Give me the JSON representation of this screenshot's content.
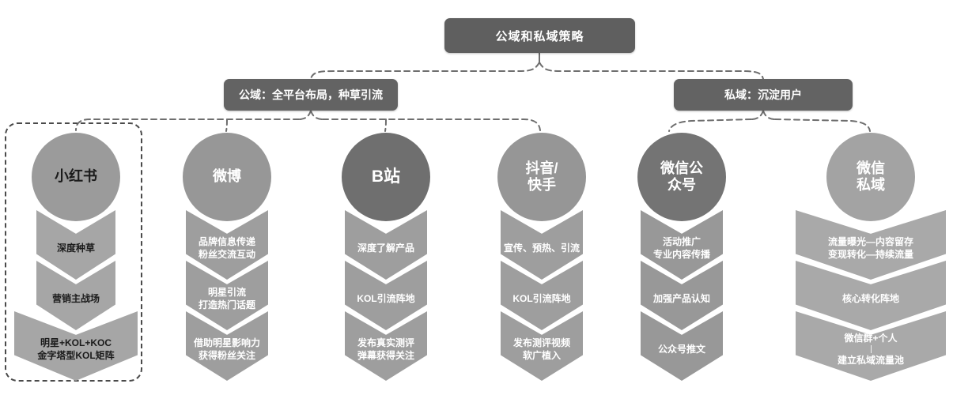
{
  "root": {
    "label": "公域和私域策略"
  },
  "branches": [
    {
      "id": "public",
      "label": "公域：全平台布局，种草引流"
    },
    {
      "id": "private",
      "label": "私域：沉淀用户"
    }
  ],
  "colors": {
    "node_bg": "#5f5f5f",
    "branch_bg": "#636363",
    "connector": "#6e6e6e",
    "frame_dash": "#4a4a4a"
  },
  "columns": [
    {
      "id": "xiaohongshu",
      "highlighted": true,
      "circle": {
        "lines": [
          "小红书"
        ]
      },
      "colors": {
        "circle_bg": "#9b9b9b",
        "circle_text": "#1b1b1b",
        "chevron_bg": "#a6a6a6",
        "chevron_text": "#1b1b1b"
      },
      "items": [
        {
          "lines": [
            "深度种草"
          ]
        },
        {
          "lines": [
            "营销主战场"
          ]
        },
        {
          "lines": [
            "明星+KOL+KOC",
            "金字塔型KOL矩阵"
          ],
          "wide": true
        }
      ]
    },
    {
      "id": "weibo",
      "highlighted": false,
      "circle": {
        "lines": [
          "微博"
        ]
      },
      "colors": {
        "circle_bg": "#979797",
        "circle_text": "#ffffff",
        "chevron_bg": "#9e9e9e",
        "chevron_text": "#ffffff"
      },
      "items": [
        {
          "lines": [
            "品牌信息传递",
            "粉丝交流互动"
          ]
        },
        {
          "lines": [
            "明星引流",
            "打造热门话题"
          ]
        },
        {
          "lines": [
            "借助明星影响力",
            "获得粉丝关注"
          ]
        }
      ]
    },
    {
      "id": "bilibili",
      "highlighted": false,
      "circle": {
        "lines": [
          "B站"
        ],
        "large": true
      },
      "colors": {
        "circle_bg": "#6f6f6f",
        "circle_text": "#ffffff",
        "chevron_bg": "#9e9e9e",
        "chevron_text": "#ffffff"
      },
      "items": [
        {
          "lines": [
            "深度了解产品"
          ]
        },
        {
          "lines": [
            "KOL引流阵地"
          ]
        },
        {
          "lines": [
            "发布真实测评",
            "弹幕获得关注"
          ]
        }
      ]
    },
    {
      "id": "douyin-kuaishou",
      "highlighted": false,
      "circle": {
        "lines": [
          "抖音/",
          "快手"
        ]
      },
      "colors": {
        "circle_bg": "#969696",
        "circle_text": "#ffffff",
        "chevron_bg": "#9e9e9e",
        "chevron_text": "#ffffff"
      },
      "items": [
        {
          "lines": [
            "宣传、预热、引流"
          ]
        },
        {
          "lines": [
            "KOL引流阵地"
          ]
        },
        {
          "lines": [
            "发布测评视频",
            "软广植入"
          ]
        }
      ]
    },
    {
      "id": "wechat-official",
      "highlighted": false,
      "circle": {
        "lines": [
          "微信公",
          "众号"
        ]
      },
      "colors": {
        "circle_bg": "#747474",
        "circle_text": "#ffffff",
        "chevron_bg": "#989898",
        "chevron_text": "#ffffff"
      },
      "items": [
        {
          "lines": [
            "活动推广",
            "专业内容传播"
          ]
        },
        {
          "lines": [
            "加强产品认知"
          ]
        },
        {
          "lines": [
            "公众号推文"
          ]
        }
      ]
    },
    {
      "id": "wechat-private",
      "highlighted": false,
      "circle": {
        "lines": [
          "微信",
          "私域"
        ]
      },
      "colors": {
        "circle_bg": "#a3a3a3",
        "circle_text": "#ffffff",
        "chevron_bg": "#a9a9a9",
        "chevron_text": "#ffffff"
      },
      "items": [
        {
          "lines": [
            "流量曝光—内容留存",
            "变现转化—持续流量"
          ]
        },
        {
          "lines": [
            "核心转化阵地"
          ]
        },
        {
          "lines": [
            "微信群+个人",
            "建立私域流量池"
          ],
          "divider": true
        }
      ]
    }
  ]
}
